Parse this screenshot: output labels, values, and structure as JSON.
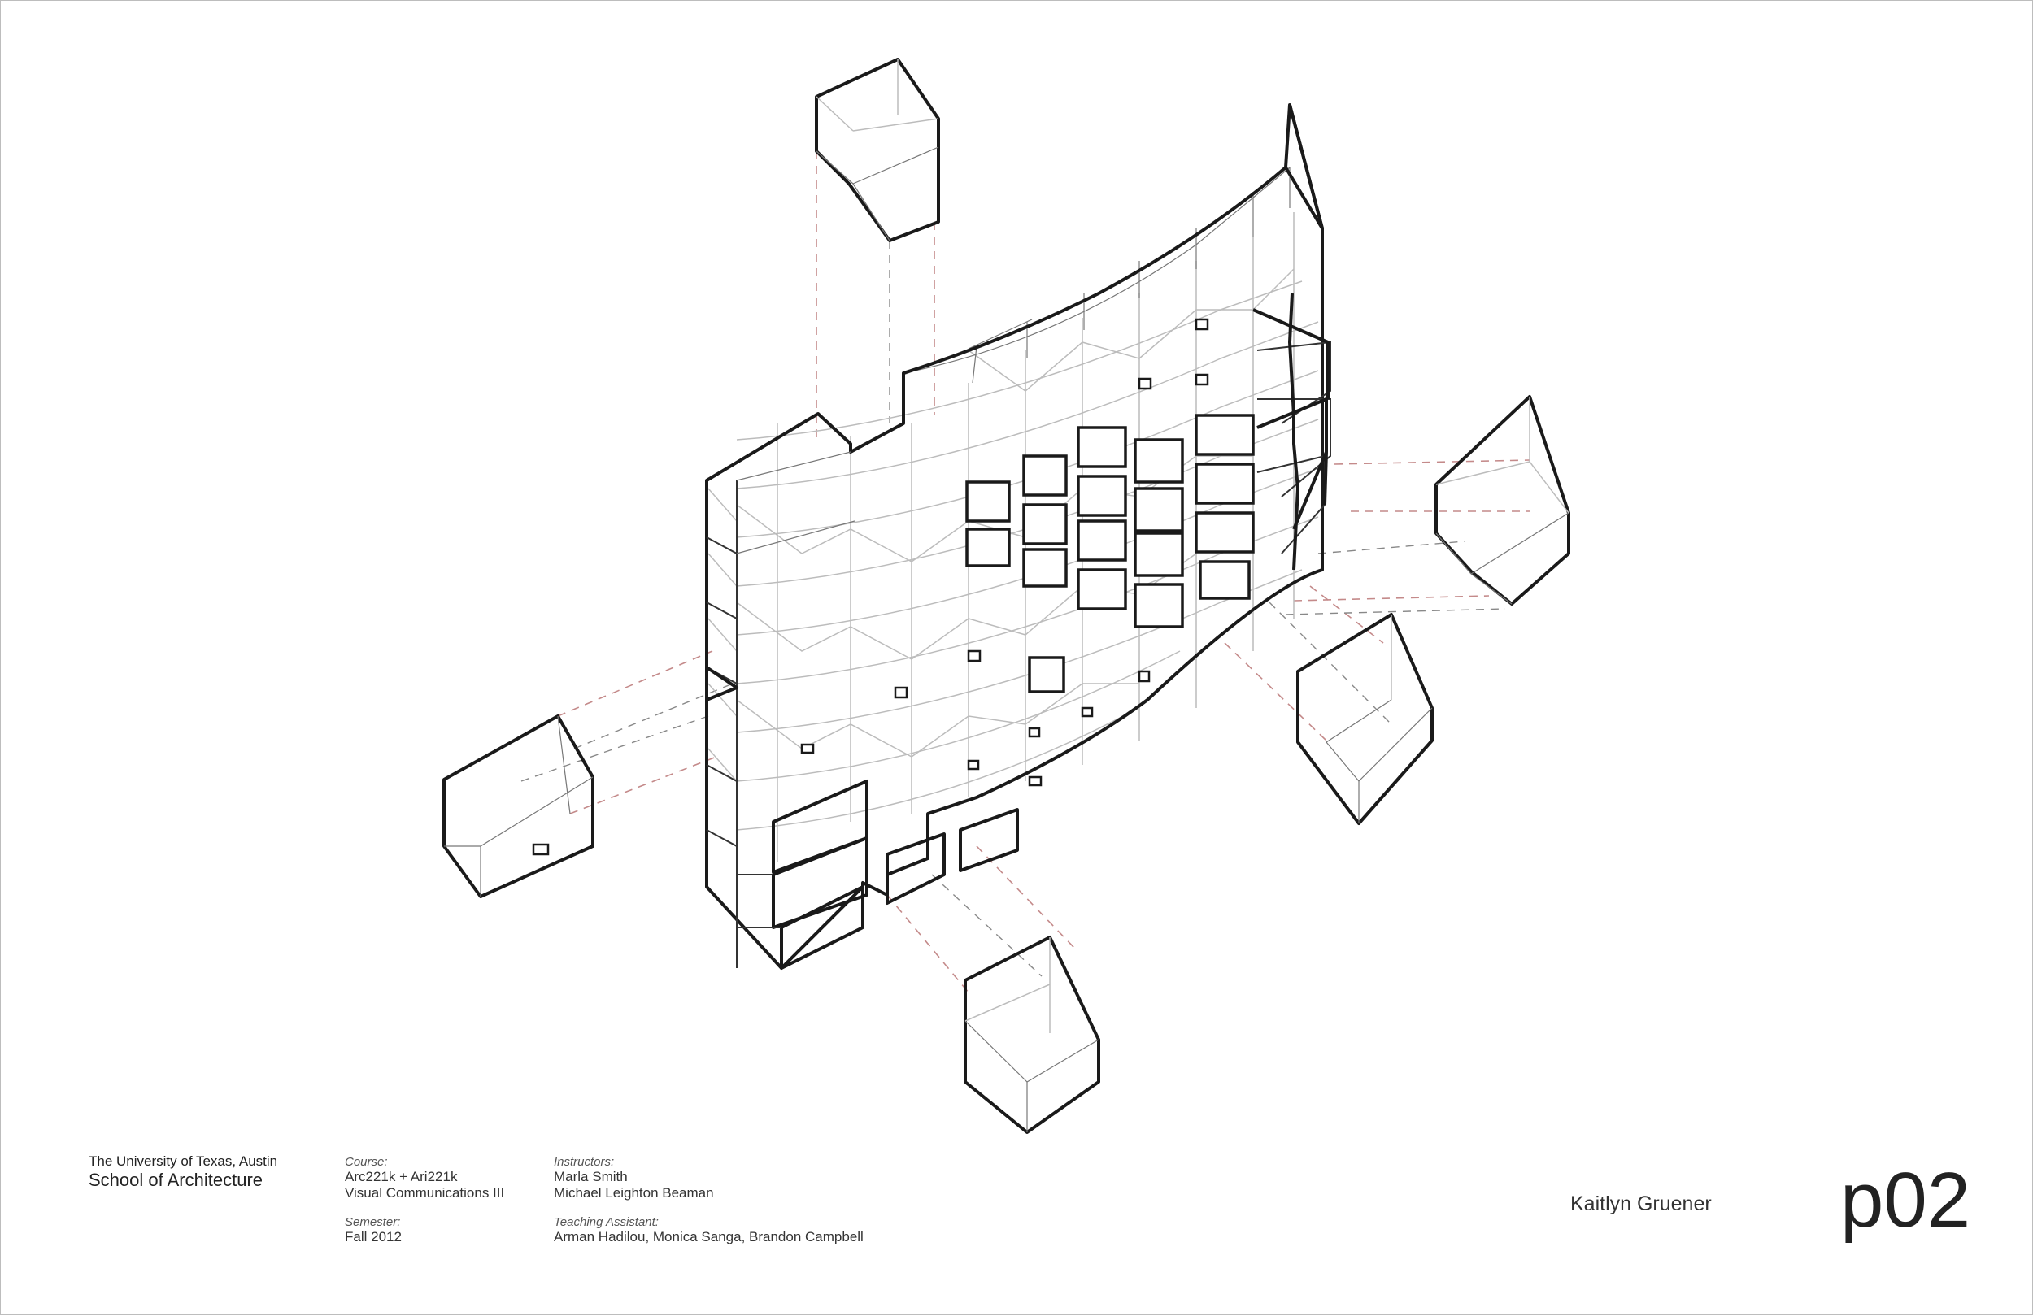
{
  "school": {
    "university": "The University of Texas, Austin",
    "department": "School of Architecture"
  },
  "course": {
    "label": "Course:",
    "codes": "Arc221k +  Ari221k",
    "name": "Visual Communications III"
  },
  "semester": {
    "label": "Semester:",
    "value": "Fall 2012"
  },
  "instructors": {
    "label": "Instructors:",
    "names": [
      "Marla Smith",
      "Michael Leighton Beaman"
    ]
  },
  "teaching_assistant": {
    "label": "Teaching Assistant:",
    "names": "Arman Hadilou, Monica Sanga, Brandon Campbell"
  },
  "student": "Kaitlyn Gruener",
  "page_number": "p02",
  "colors": {
    "line": "#1a1a1a",
    "fine_line": "#777777",
    "construction_line": "#b9b9b9",
    "projection_dash": "#c48a8a",
    "frame": "#bdbdbd"
  }
}
